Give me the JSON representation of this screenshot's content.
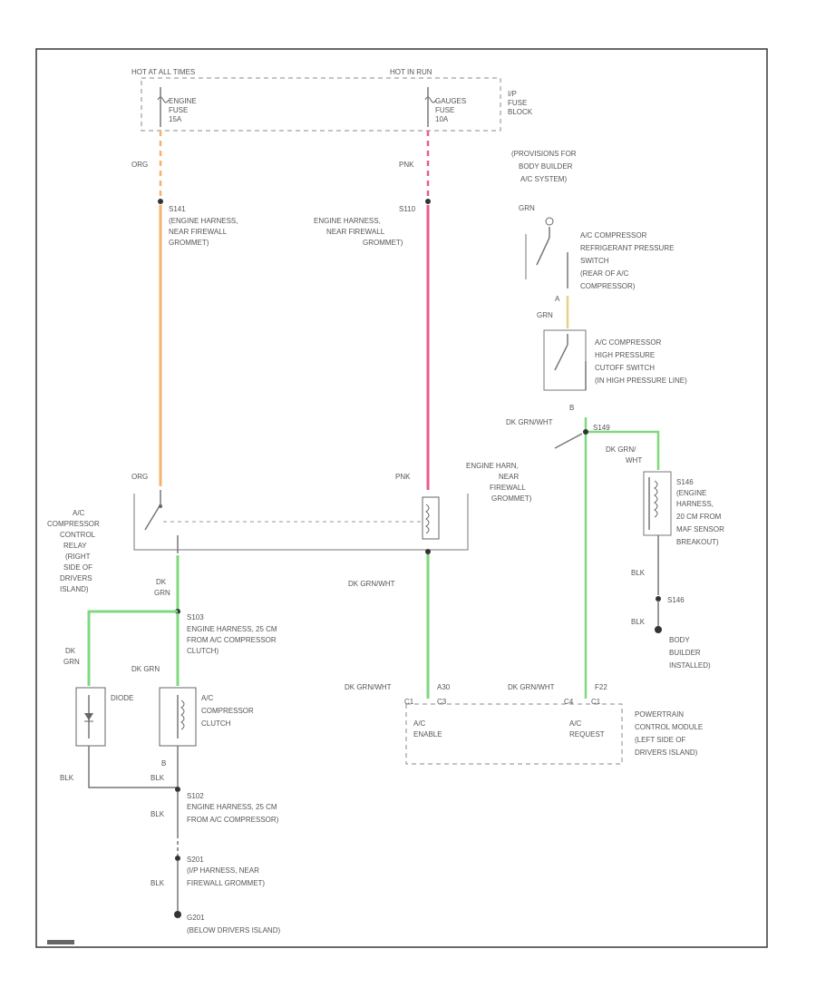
{
  "colors": {
    "orange": "#f5b26b",
    "pink": "#ec5a8c",
    "green": "#7fd97f",
    "tan": "#e8cf8a",
    "black": "#777777"
  },
  "labels": {
    "fuse_left_header": "HOT AT ALL TIMES",
    "fuse_right_header": "HOT IN RUN",
    "fuse_left_name": "ENGINE",
    "fuse_left_name2": "FUSE",
    "fuse_left_amp": "15A",
    "fuse_right_name": "GAUGES",
    "fuse_right_name2": "FUSE",
    "fuse_right_amp": "10A",
    "fuse_block": [
      "I/P",
      "FUSE",
      "BLOCK"
    ],
    "wire_org": "ORG",
    "wire_pnk": "PNK",
    "s141": [
      "S141",
      "(ENGINE HARNESS,",
      "NEAR FIREWALL",
      "GROMMET)"
    ],
    "s110": [
      "S110",
      "ENGINE HARNESS,",
      "NEAR FIREWALL",
      "GROMMET)"
    ],
    "provisions": [
      "(PROVISIONS FOR",
      "BODY BUILDER",
      "A/C SYSTEM)"
    ],
    "grn": "GRN",
    "refrig_switch": [
      "A/C COMPRESSOR",
      "REFRIGERANT PRESSURE",
      "SWITCH",
      "(REAR OF A/C",
      "COMPRESSOR)"
    ],
    "hp_switch": [
      "A/C COMPRESSOR",
      "HIGH PRESSURE",
      "CUTOFF SWITCH",
      "(IN HIGH PRESSURE LINE)"
    ],
    "pin_a": "A",
    "pin_b": "B",
    "dk_grn_wht": "DK GRN/WHT",
    "s149": "S149",
    "dk_grn_wht2": [
      "DK GRN/",
      "WHT"
    ],
    "engine_harn_near": [
      "ENGINE HARN,",
      "NEAR",
      "FIREWALL",
      "GROMMET)"
    ],
    "relay_label": [
      "A/C",
      "COMPRESSOR",
      "CONTROL",
      "RELAY",
      "(RIGHT",
      "SIDE OF",
      "DRIVERS",
      "ISLAND)"
    ],
    "wire_org2": "ORG",
    "wire_pnk2": "PNK",
    "dk_grn": [
      "DK",
      "GRN"
    ],
    "dk_grn_wht3": "DK GRN/WHT",
    "s103": [
      "S103",
      "ENGINE HARNESS, 25 CM",
      "FROM A/C COMPRESSOR",
      "CLUTCH)"
    ],
    "dk_grn_left": [
      "DK",
      "GRN"
    ],
    "dk_grn_mid": "DK GRN",
    "diode": "DIODE",
    "clutch": [
      "A/C",
      "COMPRESSOR",
      "CLUTCH"
    ],
    "blk": "BLK",
    "blk2": "BLK",
    "s102": [
      "S102",
      "ENGINE HARNESS, 25 CM",
      "FROM A/C COMPRESSOR)"
    ],
    "blk3": "BLK",
    "s201": [
      "S201",
      "(I/P HARNESS, NEAR",
      "FIREWALL GROMMET)"
    ],
    "blk4": "BLK",
    "g201": [
      "G201",
      "(BELOW DRIVERS ISLAND)"
    ],
    "s146": [
      "S146",
      "(ENGINE",
      "HARNESS,",
      "20 CM FROM",
      "MAF SENSOR",
      "BREAKOUT)"
    ],
    "blk5": "BLK",
    "s146b": "S146",
    "blk6": "BLK",
    "body_builder": [
      "BODY",
      "BUILDER",
      "INSTALLED)"
    ],
    "pcm_wire_left": "DK GRN/WHT",
    "pcm_pin_left": "A30",
    "pcm_conn_left": "C1",
    "pcm_conn_left2": "C3",
    "pcm_wire_right": "DK GRN/WHT",
    "pcm_conn_right": "C4",
    "pcm_pin_right": "F22",
    "pcm_conn_right2": "C1",
    "ac_enable": [
      "A/C",
      "ENABLE"
    ],
    "ac_request": [
      "A/C",
      "REQUEST"
    ],
    "pcm": [
      "POWERTRAIN",
      "CONTROL MODULE",
      "(LEFT SIDE OF",
      "DRIVERS ISLAND)"
    ]
  }
}
